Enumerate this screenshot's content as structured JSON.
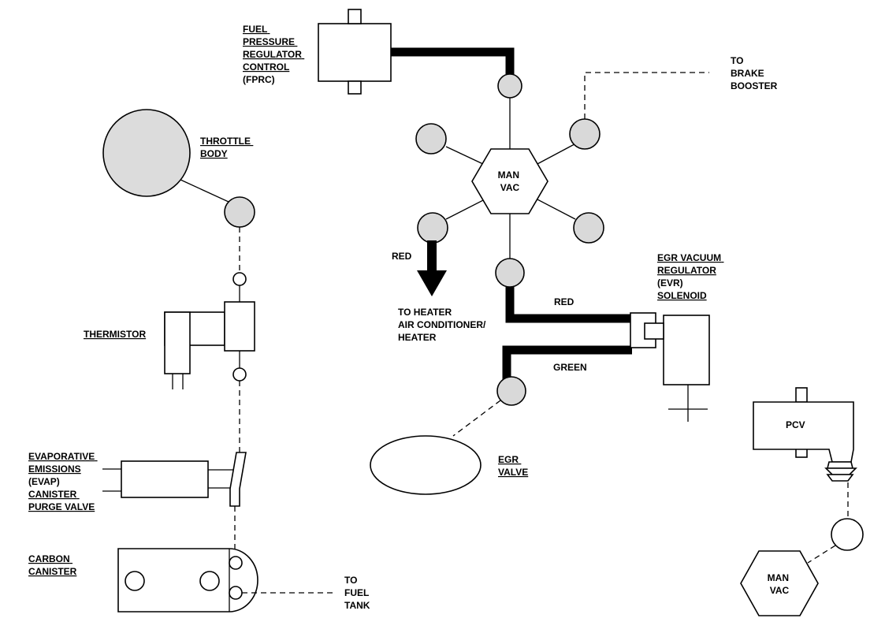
{
  "labels": {
    "fprc": [
      "FUEL",
      "PRESSURE",
      "REGULATOR",
      "CONTROL",
      "(FPRC)"
    ],
    "brake_booster": [
      "TO",
      "BRAKE",
      "BOOSTER"
    ],
    "throttle_body": [
      "THROTTLE",
      "BODY"
    ],
    "man_vac_main": [
      "MAN",
      "VAC"
    ],
    "red_left": "RED",
    "to_heater": [
      "TO HEATER",
      "AIR CONDITIONER/",
      "HEATER"
    ],
    "evr": [
      "EGR VACUUM",
      "REGULATOR",
      "(EVR)",
      "SOLENOID"
    ],
    "red_evr": "RED",
    "green_evr": "GREEN",
    "thermistor": "THERMISTOR",
    "egr_valve": [
      "EGR",
      "VALVE"
    ],
    "pcv": "PCV",
    "evap": [
      "EVAPORATIVE",
      "EMISSIONS",
      "(EVAP)",
      "CANISTER",
      "PURGE VALVE"
    ],
    "carbon_canister": [
      "CARBON",
      "CANISTER"
    ],
    "fuel_tank": [
      "TO",
      "FUEL",
      "TANK"
    ],
    "man_vac_small": [
      "MAN",
      "VAC"
    ]
  },
  "colors": {
    "line": "#000000",
    "port_fill": "#d9d9d9",
    "background": "#ffffff"
  }
}
